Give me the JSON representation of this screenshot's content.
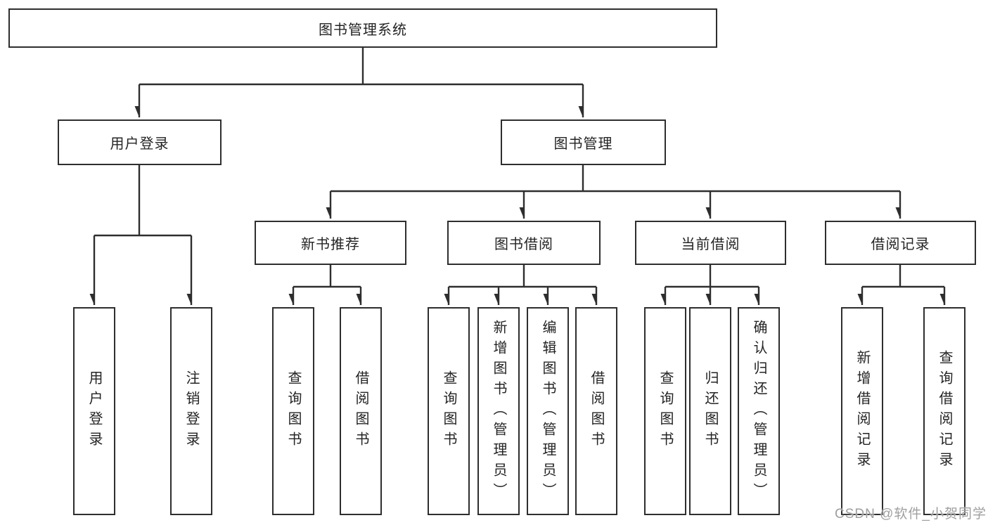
{
  "diagram": {
    "root": {
      "label": "图书管理系统"
    },
    "level2": {
      "user_login": {
        "label": "用户登录"
      },
      "book_management": {
        "label": "图书管理"
      }
    },
    "level3": {
      "new_book_recommend": {
        "label": "新书推荐"
      },
      "book_borrowing": {
        "label": "图书借阅"
      },
      "current_borrowing": {
        "label": "当前借阅"
      },
      "borrowing_records": {
        "label": "借阅记录"
      }
    },
    "leaves": {
      "login": {
        "label": "用户登录"
      },
      "logout": {
        "label": "注销登录"
      },
      "recommend_query_books": {
        "label": "查询图书"
      },
      "recommend_borrow_books": {
        "label": "借阅图书"
      },
      "borrowing_query_books": {
        "label": "查询图书"
      },
      "borrowing_add_books_admin": {
        "label": "新增图书（管理员）"
      },
      "borrowing_edit_books_admin": {
        "label": "编辑图书（管理员）"
      },
      "borrowing_borrow_books": {
        "label": "借阅图书"
      },
      "current_query_books": {
        "label": "查询图书"
      },
      "current_return_books": {
        "label": "归还图书"
      },
      "current_confirm_return_admin": {
        "label": "确认归还（管理员）"
      },
      "records_add_record": {
        "label": "新增借阅记录"
      },
      "records_query_record": {
        "label": "查询借阅记录"
      }
    }
  },
  "watermark": {
    "text": "CSDN @软件_小贺同学"
  },
  "colors": {
    "line": "#2e2e2e",
    "box_border": "#2e2e2e",
    "text": "#242424",
    "watermark": "#9f9f9f",
    "background": "#ffffff"
  }
}
